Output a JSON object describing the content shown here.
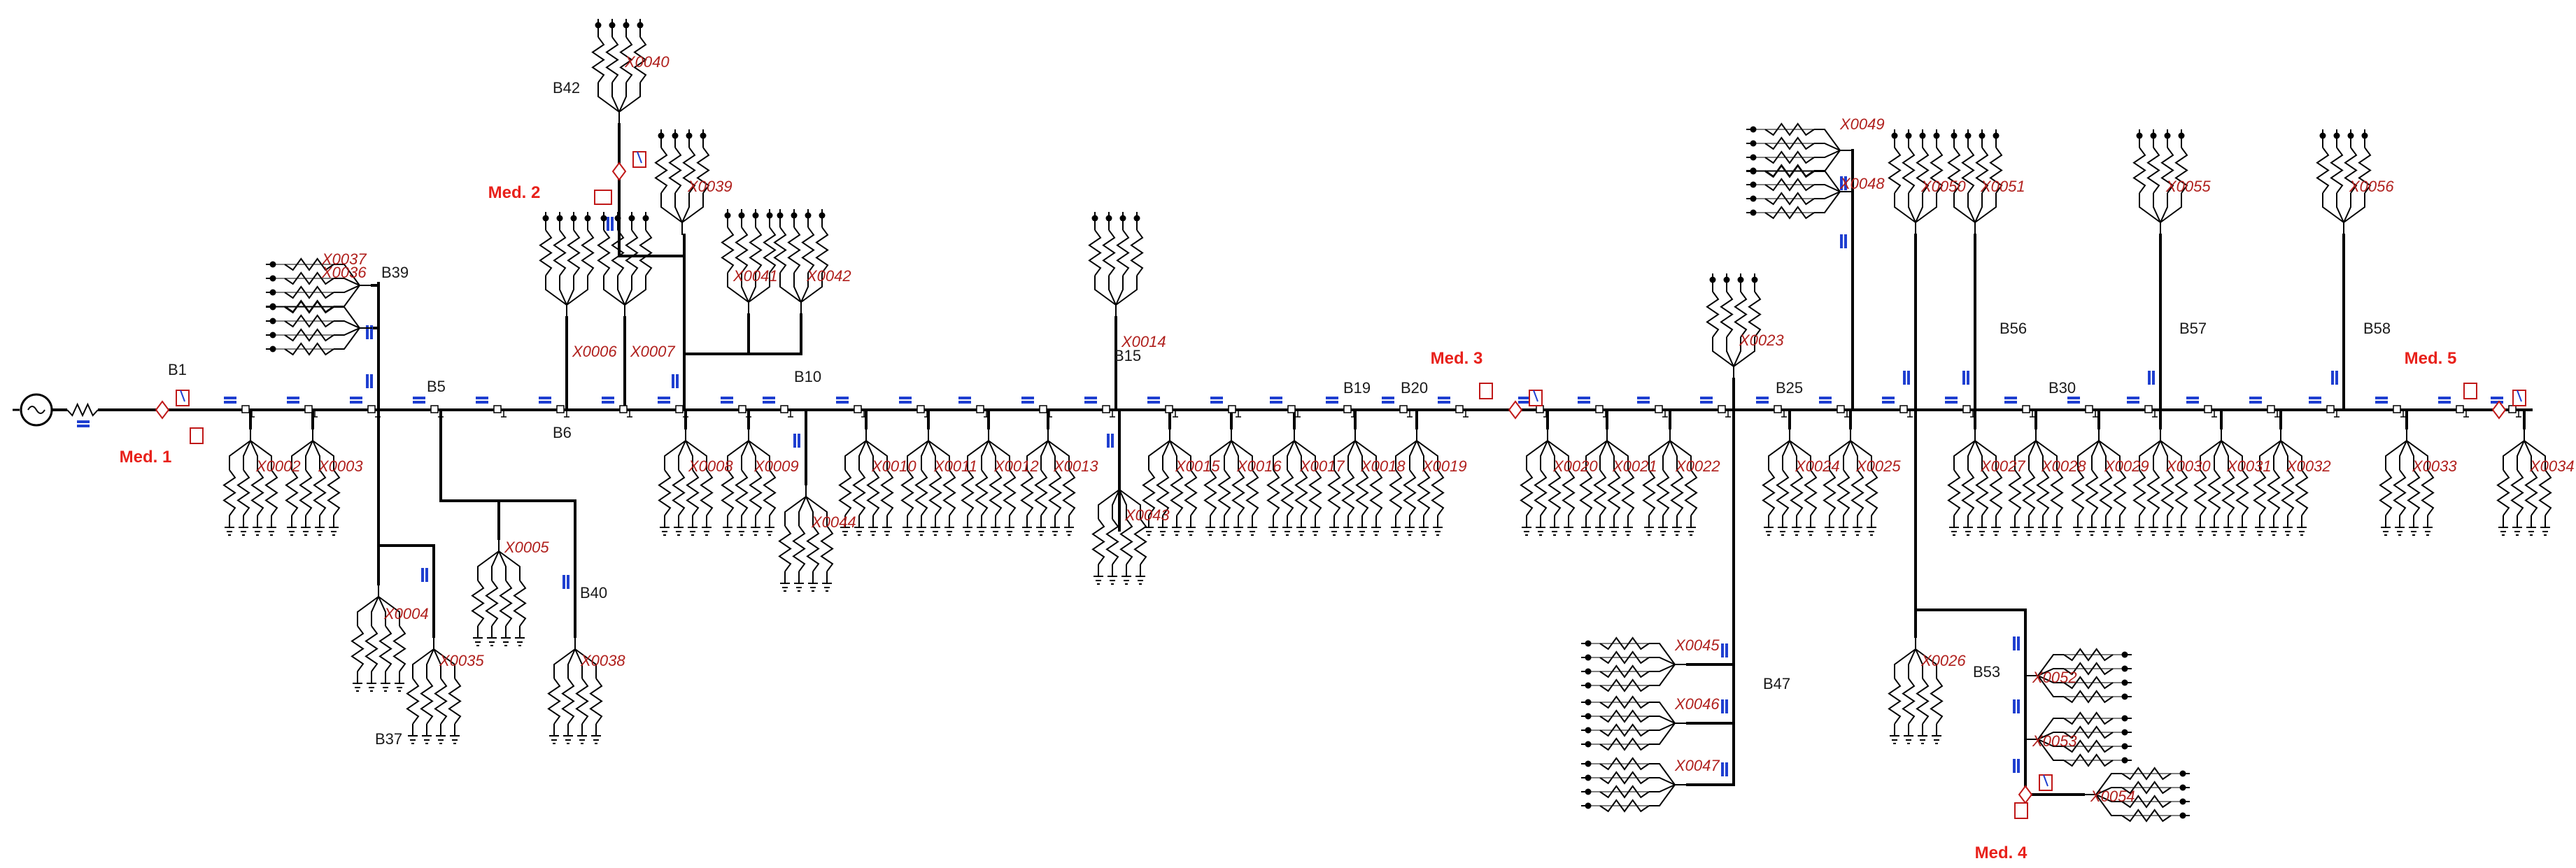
{
  "colors": {
    "line": "#000000",
    "bus_text": "#1a1a1a",
    "load_text": "#b0201d",
    "meter_text": "#e8211b",
    "breaker": "#1f3fd0",
    "meter_icon": "#c01818"
  },
  "buses": [
    {
      "id": "B1",
      "label": "B1"
    },
    {
      "id": "B5",
      "label": "B5"
    },
    {
      "id": "B6",
      "label": "B6"
    },
    {
      "id": "B10",
      "label": "B10"
    },
    {
      "id": "B15",
      "label": "B15"
    },
    {
      "id": "B19",
      "label": "B19"
    },
    {
      "id": "B20",
      "label": "B20"
    },
    {
      "id": "B25",
      "label": "B25"
    },
    {
      "id": "B30",
      "label": "B30"
    },
    {
      "id": "B37",
      "label": "B37"
    },
    {
      "id": "B39",
      "label": "B39"
    },
    {
      "id": "B40",
      "label": "B40"
    },
    {
      "id": "B42",
      "label": "B42"
    },
    {
      "id": "B47",
      "label": "B47"
    },
    {
      "id": "B53",
      "label": "B53"
    },
    {
      "id": "B56",
      "label": "B56"
    },
    {
      "id": "B57",
      "label": "B57"
    },
    {
      "id": "B58",
      "label": "B58"
    }
  ],
  "meters": [
    {
      "id": "m1",
      "label": "Med. 1"
    },
    {
      "id": "m2",
      "label": "Med. 2"
    },
    {
      "id": "m3",
      "label": "Med. 3"
    },
    {
      "id": "m4",
      "label": "Med. 4"
    },
    {
      "id": "m5",
      "label": "Med. 5"
    }
  ],
  "loads": [
    {
      "id": "X0002",
      "label": "X0002",
      "dir": "down"
    },
    {
      "id": "X0003",
      "label": "X0003",
      "dir": "down"
    },
    {
      "id": "X0004",
      "label": "X0004",
      "dir": "down"
    },
    {
      "id": "X0005",
      "label": "X0005",
      "dir": "down"
    },
    {
      "id": "X0006",
      "label": "X0006",
      "dir": "up"
    },
    {
      "id": "X0007",
      "label": "X0007",
      "dir": "up"
    },
    {
      "id": "X0008",
      "label": "X0008",
      "dir": "down"
    },
    {
      "id": "X0009",
      "label": "X0009",
      "dir": "down"
    },
    {
      "id": "X0010",
      "label": "X0010",
      "dir": "down"
    },
    {
      "id": "X0011",
      "label": "X0011",
      "dir": "down"
    },
    {
      "id": "X0012",
      "label": "X0012",
      "dir": "down"
    },
    {
      "id": "X0013",
      "label": "X0013",
      "dir": "down"
    },
    {
      "id": "X0014",
      "label": "X0014",
      "dir": "up"
    },
    {
      "id": "X0015",
      "label": "X0015",
      "dir": "down"
    },
    {
      "id": "X0016",
      "label": "X0016",
      "dir": "down"
    },
    {
      "id": "X0017",
      "label": "X0017",
      "dir": "down"
    },
    {
      "id": "X0018",
      "label": "X0018",
      "dir": "down"
    },
    {
      "id": "X0019",
      "label": "X0019",
      "dir": "down"
    },
    {
      "id": "X0020",
      "label": "X0020",
      "dir": "down"
    },
    {
      "id": "X0021",
      "label": "X0021",
      "dir": "down"
    },
    {
      "id": "X0022",
      "label": "X0022",
      "dir": "down"
    },
    {
      "id": "X0023",
      "label": "X0023",
      "dir": "up"
    },
    {
      "id": "X0024",
      "label": "X0024",
      "dir": "down"
    },
    {
      "id": "X0025",
      "label": "X0025",
      "dir": "down"
    },
    {
      "id": "X0026",
      "label": "X0026",
      "dir": "down"
    },
    {
      "id": "X0027",
      "label": "X0027",
      "dir": "down"
    },
    {
      "id": "X0028",
      "label": "X0028",
      "dir": "down"
    },
    {
      "id": "X0029",
      "label": "X0029",
      "dir": "down"
    },
    {
      "id": "X0030",
      "label": "X0030",
      "dir": "down"
    },
    {
      "id": "X0031",
      "label": "X0031",
      "dir": "down"
    },
    {
      "id": "X0032",
      "label": "X0032",
      "dir": "down"
    },
    {
      "id": "X0033",
      "label": "X0033",
      "dir": "down"
    },
    {
      "id": "X0034",
      "label": "X0034",
      "dir": "down"
    },
    {
      "id": "X0035",
      "label": "X0035",
      "dir": "down"
    },
    {
      "id": "X0036",
      "label": "X0036",
      "dir": "left"
    },
    {
      "id": "X0037",
      "label": "X0037",
      "dir": "left"
    },
    {
      "id": "X0038",
      "label": "X0038",
      "dir": "down"
    },
    {
      "id": "X0039",
      "label": "X0039",
      "dir": "up"
    },
    {
      "id": "X0040",
      "label": "X0040",
      "dir": "up"
    },
    {
      "id": "X0041",
      "label": "X0041",
      "dir": "up"
    },
    {
      "id": "X0042",
      "label": "X0042",
      "dir": "up"
    },
    {
      "id": "X0043",
      "label": "X0043",
      "dir": "down"
    },
    {
      "id": "X0044",
      "label": "X0044",
      "dir": "down"
    },
    {
      "id": "X0045",
      "label": "X0045",
      "dir": "left"
    },
    {
      "id": "X0046",
      "label": "X0046",
      "dir": "left"
    },
    {
      "id": "X0047",
      "label": "X0047",
      "dir": "left"
    },
    {
      "id": "X0048",
      "label": "X0048",
      "dir": "left"
    },
    {
      "id": "X0049",
      "label": "X0049",
      "dir": "left"
    },
    {
      "id": "X0050",
      "label": "X0050",
      "dir": "up"
    },
    {
      "id": "X0051",
      "label": "X0051",
      "dir": "up"
    },
    {
      "id": "X0052",
      "label": "X0052",
      "dir": "right"
    },
    {
      "id": "X0053",
      "label": "X0053",
      "dir": "right"
    },
    {
      "id": "X0054",
      "label": "X0054",
      "dir": "right"
    },
    {
      "id": "X0055",
      "label": "X0055",
      "dir": "up"
    },
    {
      "id": "X0056",
      "label": "X0056",
      "dir": "up"
    }
  ]
}
